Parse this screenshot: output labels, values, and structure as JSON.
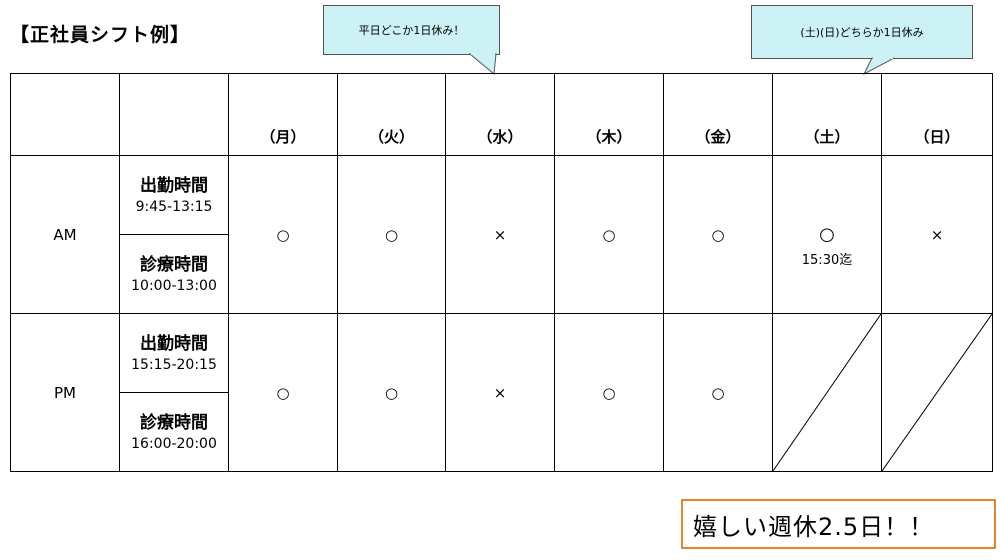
{
  "title": "【正社員シフト例】",
  "callouts": {
    "weekday": "平日どこか1日休み！",
    "weekend": "(土)(日)どちらか1日休み"
  },
  "days": [
    "（月）",
    "（火）",
    "（水）",
    "（木）",
    "（金）",
    "（土）",
    "（日）"
  ],
  "am": {
    "label": "AM",
    "work_label": "出勤時間",
    "work_time": "9:45-13:15",
    "clinic_label": "診療時間",
    "clinic_time": "10:00-13:00",
    "marks": [
      "○",
      "○",
      "×",
      "○",
      "○",
      "○",
      "×"
    ],
    "sat_note": "15:30迄"
  },
  "pm": {
    "label": "PM",
    "work_label": "出勤時間",
    "work_time": "15:15-20:15",
    "clinic_label": "診療時間",
    "clinic_time": "16:00-20:00",
    "marks": [
      "○",
      "○",
      "×",
      "○",
      "○"
    ]
  },
  "highlight": "嬉しい週休2.5日！！",
  "colors": {
    "callout_bg": "#ccf2f6",
    "highlight_border": "#e8842c"
  }
}
